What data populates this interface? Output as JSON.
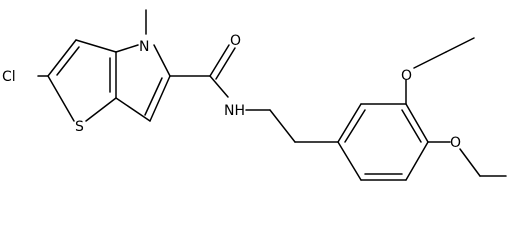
{
  "molecule": {
    "atoms": {
      "cl": "Cl",
      "s": "S",
      "n_methyl": "N",
      "o_carbonyl": "O",
      "nh": "NH",
      "o_ethoxy_top": "O",
      "o_ethoxy_bottom": "O"
    }
  }
}
